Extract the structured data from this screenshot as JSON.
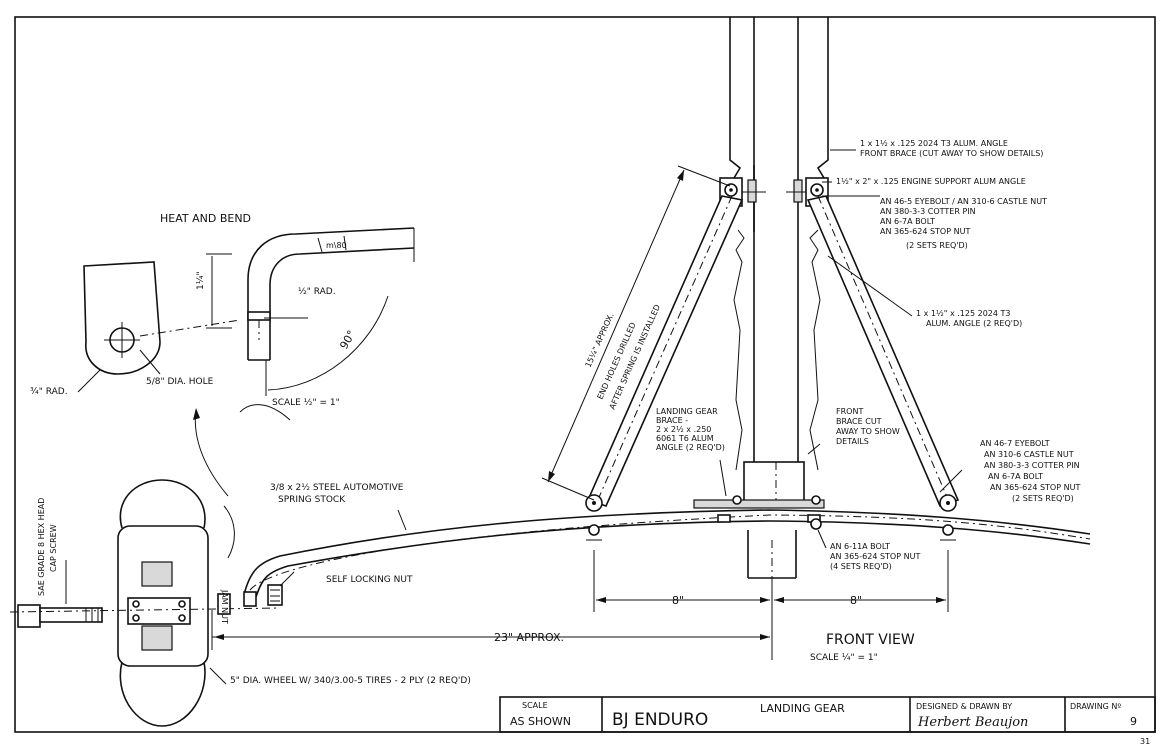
{
  "labels": {
    "heat_and_bend": "HEAT AND BEND",
    "dim_1_quarter": "1¼\"",
    "half_rad": "½\" RAD.",
    "angle_90": "90°",
    "scale_half": "SCALE ½\" = 1\"",
    "three_quarter_rad": "¾\" RAD.",
    "five_eighth_hole": "5/8\" DIA. HOLE",
    "front_brace_1": "1 x 1½ x .125  2024 T3  ALUM. ANGLE",
    "front_brace_2": "FRONT BRACE (CUT AWAY TO SHOW DETAILS)",
    "engine_support": "1½\" x 2\" x .125  ENGINE SUPPORT ALUM ANGLE",
    "eyebolt_top_1": "AN 46-5  EYEBOLT / AN 310-6 CASTLE NUT",
    "eyebolt_top_2": "AN 380-3-3 COTTER PIN",
    "eyebolt_top_3": "AN 6-7A BOLT",
    "eyebolt_top_4": "AN 365-624  STOP NUT",
    "eyebolt_top_5": "(2 SETS REQ'D)",
    "alum_angle_1": "1 x 1½\" x .125  2024 T3",
    "alum_angle_2": "ALUM. ANGLE (2 REQ'D)",
    "drill_1": "15¼\" APPROX.",
    "drill_2": "END HOLES DRILLED",
    "drill_3": "AFTER SPRING IS INSTALLED",
    "lg_brace_1": "LANDING GEAR",
    "lg_brace_2": "BRACE -",
    "lg_brace_3": "2 x 2½ x .250",
    "lg_brace_4": "6061 T6  ALUM",
    "lg_brace_5": "ANGLE (2 REQ'D)",
    "front_cut_1": "FRONT",
    "front_cut_2": "BRACE CUT",
    "front_cut_3": "AWAY TO SHOW",
    "front_cut_4": "DETAILS",
    "eyebolt_r_1": "AN 46-7  EYEBOLT",
    "eyebolt_r_2": "AN 310-6 CASTLE NUT",
    "eyebolt_r_3": "AN 380-3-3 COTTER PIN",
    "eyebolt_r_4": "AN 6-7A BOLT",
    "eyebolt_r_5": "AN 365-624 STOP NUT",
    "eyebolt_r_6": "(2 SETS REQ'D)",
    "spring_1": "3/8 x 2½ STEEL AUTOMOTIVE",
    "spring_2": "SPRING STOCK",
    "bolt_11a_1": "AN 6-11A BOLT",
    "bolt_11a_2": "AN 365-624 STOP NUT",
    "bolt_11a_3": "(4 SETS REQ'D)",
    "cap_screw_1": "SAE GRADE 8 HEX HEAD",
    "cap_screw_2": "CAP SCREW",
    "jam_nut": "JAM NUT",
    "self_locking": "SELF LOCKING NUT",
    "dim_8_left": "8\"",
    "dim_8_right": "8\"",
    "dim_23": "23\" APPROX.",
    "front_view": "FRONT VIEW",
    "scale_quarter": "SCALE ¼\" = 1\"",
    "wheel": "5\" DIA. WHEEL  W/ 340/3.00-5 TIRES - 2 PLY (2 REQ'D)",
    "dim_mil": "m\\80"
  },
  "title_block": {
    "scale_label": "SCALE",
    "scale_value": "AS SHOWN",
    "project": "BJ ENDURO",
    "title": "LANDING GEAR",
    "designed_label": "DESIGNED & DRAWN BY",
    "designer": "Herbert Beaujon",
    "drawing_label": "DRAWING Nº",
    "drawing_no": "9"
  },
  "page_number": "31"
}
